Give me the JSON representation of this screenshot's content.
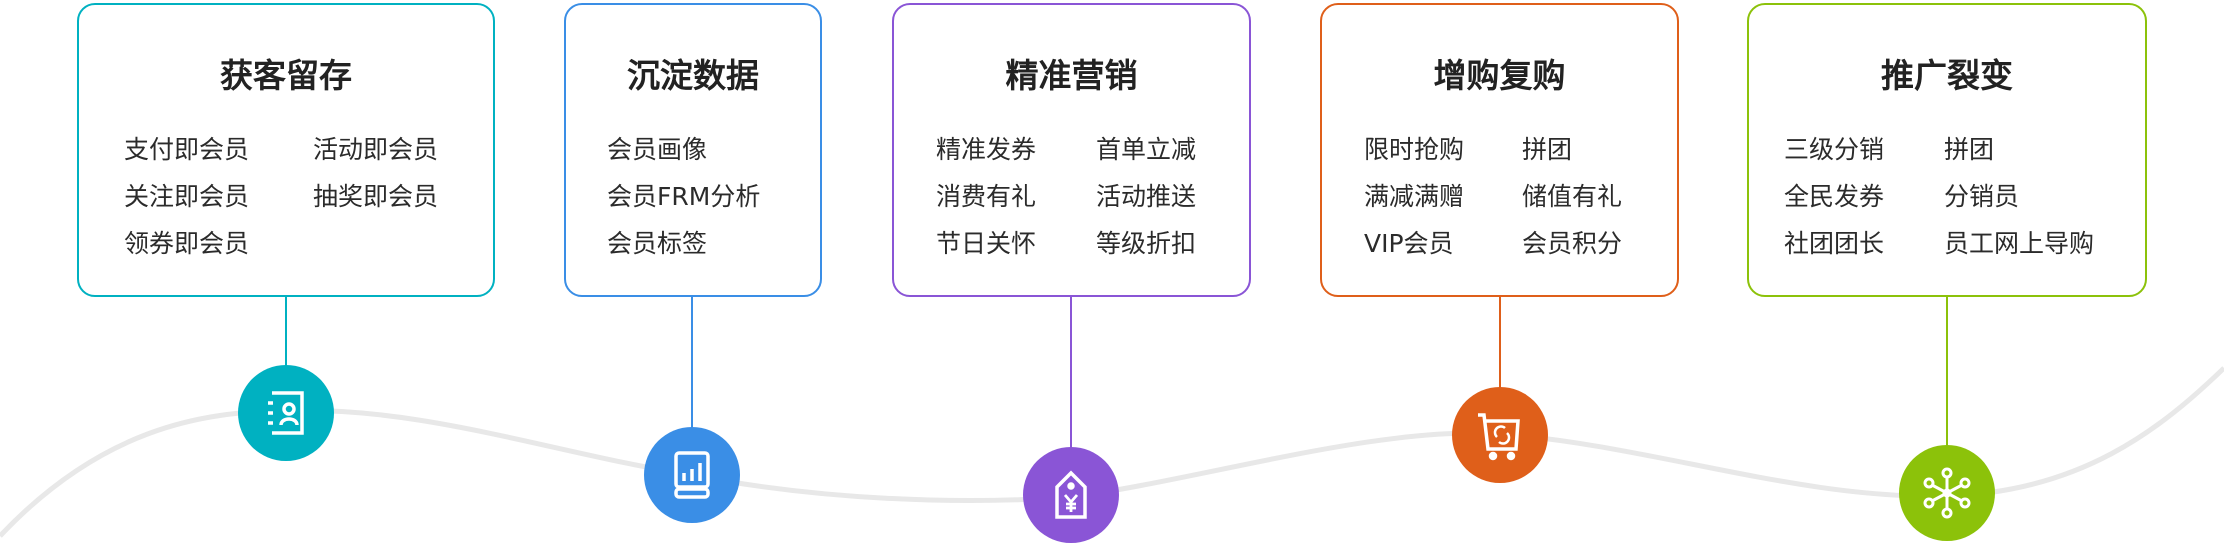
{
  "stages": [
    {
      "title": "获客留存",
      "color": "#00b1c1",
      "icon": "member-card-icon",
      "items": [
        "支付即会员",
        "活动即会员",
        "关注即会员",
        "抽奖即会员",
        "领券即会员"
      ]
    },
    {
      "title": "沉淀数据",
      "color": "#3a8ee6",
      "icon": "data-chart-icon",
      "items": [
        "会员画像",
        "会员FRM分析",
        "会员标签"
      ]
    },
    {
      "title": "精准营销",
      "color": "#8a55d6",
      "icon": "price-tag-icon",
      "items": [
        "精准发券",
        "首单立减",
        "消费有礼",
        "活动推送",
        "节日关怀",
        "等级折扣"
      ]
    },
    {
      "title": "增购复购",
      "color": "#df5f1a",
      "icon": "cart-refresh-icon",
      "items": [
        "限时抢购",
        "拼团",
        "满减满赠",
        "储值有礼",
        "VIP会员",
        "会员积分"
      ]
    },
    {
      "title": "推广裂变",
      "color": "#8cc20a",
      "icon": "network-icon",
      "items": [
        "三级分销",
        "拼团",
        "全民发券",
        "分销员",
        "社团团长",
        "员工网上导购"
      ]
    }
  ]
}
